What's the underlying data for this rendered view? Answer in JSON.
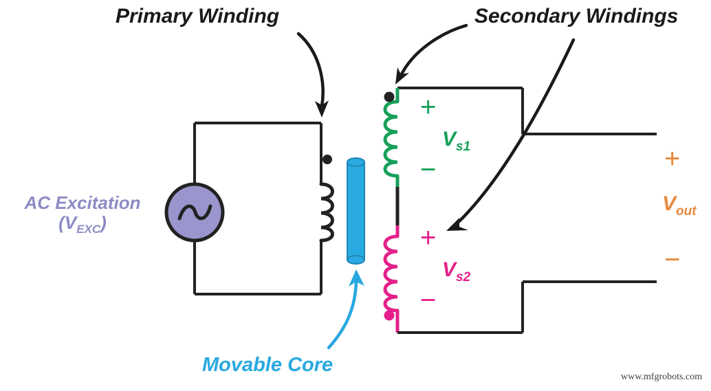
{
  "diagram": {
    "title": "LVDT schematic",
    "background": "#ffffff"
  },
  "labels": {
    "primary_winding": "Primary Winding",
    "secondary_windings": "Secondary Windings",
    "movable_core": "Movable Core",
    "ac_excitation_line1": "AC Excitation",
    "ac_excitation_open_paren": "(",
    "ac_excitation_v": "V",
    "ac_excitation_sub": "EXC",
    "ac_excitation_close_paren": ")",
    "vs1_v": "V",
    "vs1_sub": "s1",
    "vs2_v": "V",
    "vs2_sub": "s2",
    "vout_v": "V",
    "vout_sub": "out"
  },
  "polarity": {
    "vs1_plus": "+",
    "vs1_minus": "−",
    "vs2_plus": "+",
    "vs2_minus": "−",
    "vout_plus": "+",
    "vout_minus": "−"
  },
  "watermark": {
    "text": "www.mfgrobots.com"
  },
  "colors": {
    "wire_black": "#222222",
    "primary_label": "#1a1a1a",
    "ac_excitation": "#8d8bc4",
    "ac_source_fill": "#9a95cc",
    "movable_core": "#29a8e0",
    "core_fill": "#29abe2",
    "secondary_top": "#17a05a",
    "secondary_bottom": "#e5208a",
    "vout": "#e88a3c"
  },
  "components": {
    "ac_source": "ac-voltage-source",
    "primary_coil": "primary-inductor-coil",
    "secondary_coil_top": "secondary-inductor-coil-vs1",
    "secondary_coil_bottom": "secondary-inductor-coil-vs2",
    "movable_core": "ferromagnetic-core-cylinder",
    "polarity_dot_primary": "dot-convention-marker",
    "polarity_dot_secondary_top": "dot-convention-marker",
    "polarity_dot_secondary_bottom": "dot-convention-marker"
  }
}
